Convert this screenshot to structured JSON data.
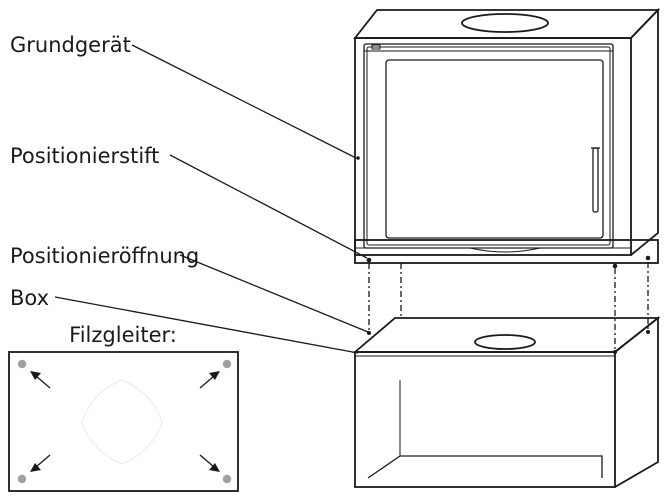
{
  "labels": {
    "base_unit": "Grundgerät",
    "positioning_pin": "Positionierstift",
    "positioning_hole": "Positionieröffnung",
    "box": "Box",
    "felt_glides": "Filzgleiter:"
  },
  "icons": {
    "glide": "grey-dot-icon",
    "arrow": "arrow-icon"
  },
  "colors": {
    "line": "#1a1a1a",
    "glide": "#a0a0a0"
  }
}
